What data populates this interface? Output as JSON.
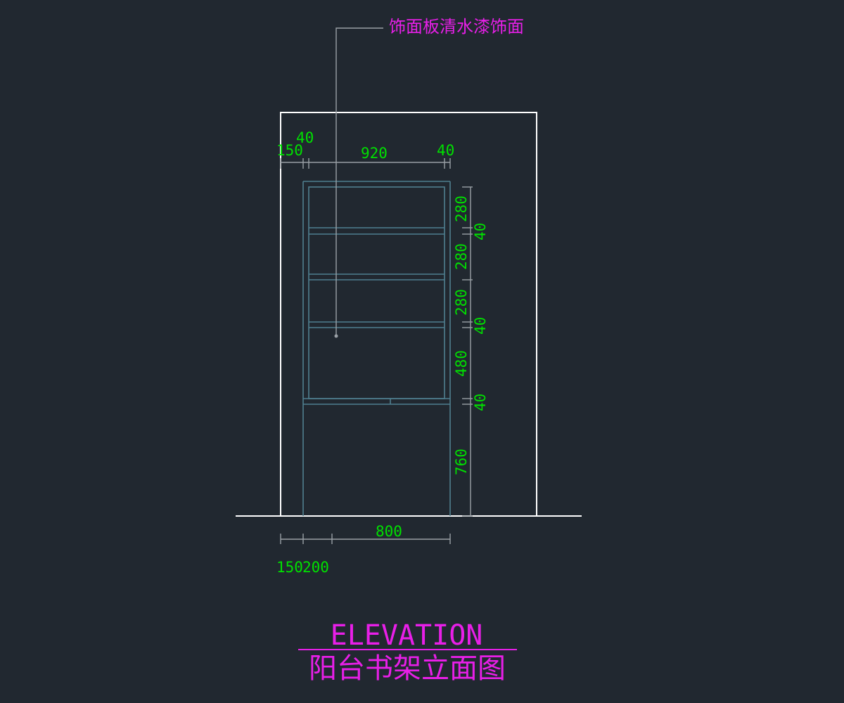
{
  "colors": {
    "background": "#212830",
    "wall": "#ffffff",
    "cabinet": "#4f7f8f",
    "dimension_text": "#00e000",
    "dimension_line": "#9aa0a6",
    "annotation": "#e81fe8"
  },
  "annotation": {
    "material_note": "饰面板清水漆饰面"
  },
  "top_dimensions": {
    "d1": "150",
    "d2": "40",
    "d3": "920",
    "d4": "40"
  },
  "right_dimensions": {
    "h1": "280",
    "h2": "40",
    "h3": "280",
    "h4": "280",
    "h5": "40",
    "h6": "480",
    "h7": "40",
    "h8": "760"
  },
  "bottom_dimensions": {
    "b1": "150",
    "b2": "200",
    "b3": "800"
  },
  "title": {
    "english": "ELEVATION",
    "chinese": "阳台书架立面图"
  }
}
